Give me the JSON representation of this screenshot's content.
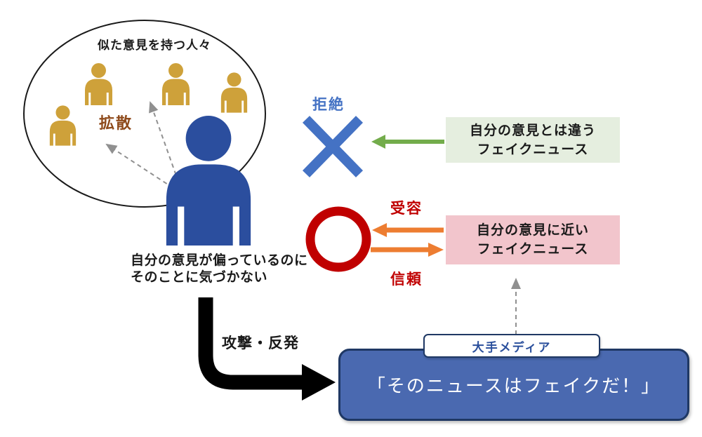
{
  "colors": {
    "text_black": "#1a1a1a",
    "accent_blue": "#4472C4",
    "person_blue": "#2B4E9E",
    "person_orange": "#CEA13A",
    "spread_brown": "#8E4A1B",
    "reject_green": "#73AC4B",
    "green_box_bg": "#E5EEDF",
    "accept_red": "#C00000",
    "orange_arrow": "#ED7D31",
    "pink_box_bg": "#F2C5CC",
    "media_box_bg": "#4A69B0",
    "media_border": "#1F3864",
    "media_label_blue": "#2A4F9C",
    "dash_gray": "#909090",
    "arrow_black": "#000000",
    "ellipse_stroke": "#1a1a1a"
  },
  "echo_chamber": {
    "title": "似た意見を持つ人々",
    "spread_label": "拡散"
  },
  "self": {
    "caption_line1": "自分の意見が偏っているのに",
    "caption_line2": "そのことに気づかない"
  },
  "reject": {
    "label": "拒絶",
    "box_line1": "自分の意見とは違う",
    "box_line2": "フェイクニュース"
  },
  "accept": {
    "label_top": "受容",
    "label_bottom": "信頼",
    "box_line1": "自分の意見に近い",
    "box_line2": "フェイクニュース"
  },
  "attack": {
    "label": "攻撃・反発",
    "media_tag": "大手メディア",
    "quote": "「そのニュースはフェイクだ！」"
  }
}
